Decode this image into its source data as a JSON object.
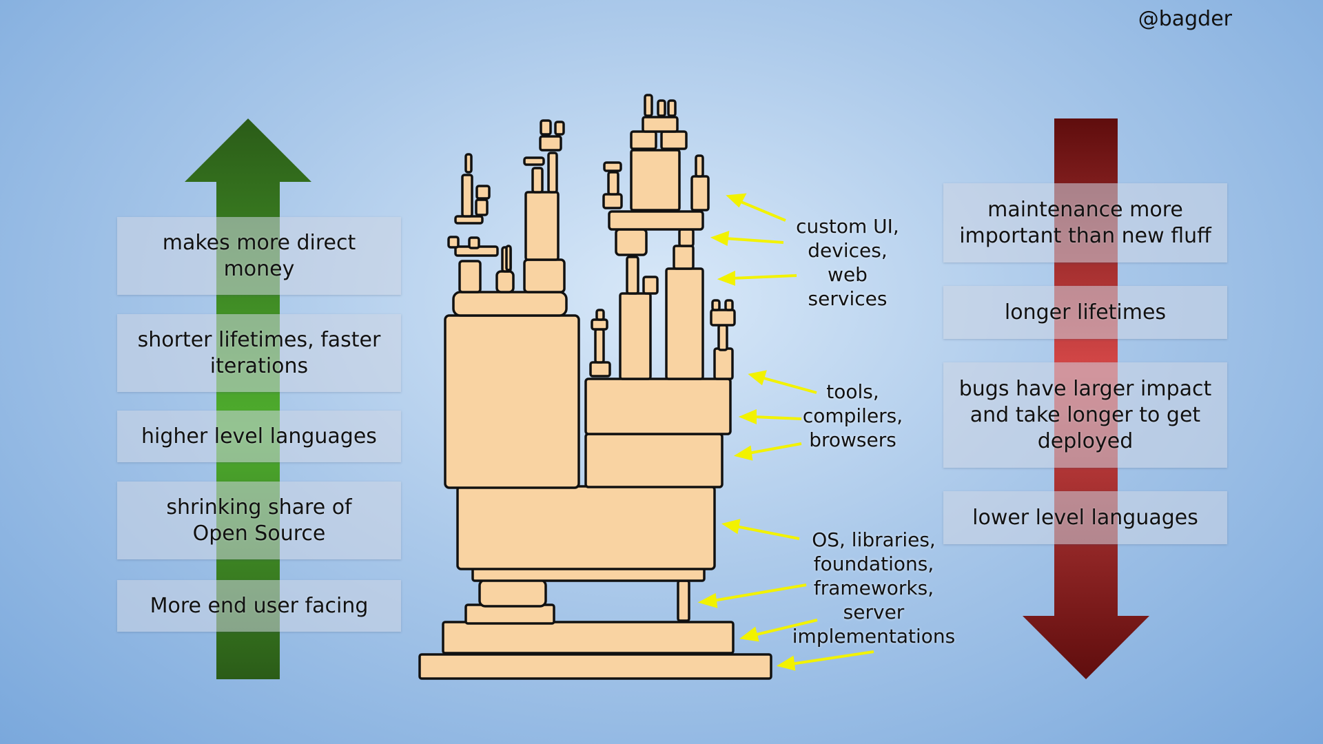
{
  "handle": "@bagder",
  "left_column": {
    "items": [
      {
        "line1": "makes more direct",
        "line2": "money"
      },
      {
        "line1": "shorter lifetimes, faster",
        "line2": "iterations"
      },
      {
        "line1": "higher level languages",
        "line2": ""
      },
      {
        "line1": "shrinking share of",
        "line2": "Open Source"
      },
      {
        "line1": "More end user facing",
        "line2": ""
      }
    ]
  },
  "right_column": {
    "items": [
      {
        "line1": "maintenance more",
        "line2": "important than new fluff",
        "line3": ""
      },
      {
        "line1": "longer lifetimes",
        "line2": "",
        "line3": ""
      },
      {
        "line1": "bugs have larger impact",
        "line2": "and take longer to get",
        "line3": "deployed"
      },
      {
        "line1": "lower level languages",
        "line2": "",
        "line3": ""
      }
    ]
  },
  "layers": {
    "top": {
      "line1": "custom UI,",
      "line2": "devices, web",
      "line3": "services"
    },
    "middle": {
      "line1": "tools,",
      "line2": "compilers,",
      "line3": "browsers"
    },
    "bottom": {
      "line1": "OS, libraries,",
      "line2": "foundations,",
      "line3": "frameworks,",
      "line4": "server",
      "line5": "implementations"
    }
  },
  "colors": {
    "up_arrow": "#2f6b1e",
    "down_arrow": "#8a1515",
    "block_fill": "#f9d3a2",
    "pointer": "#f2f200"
  }
}
